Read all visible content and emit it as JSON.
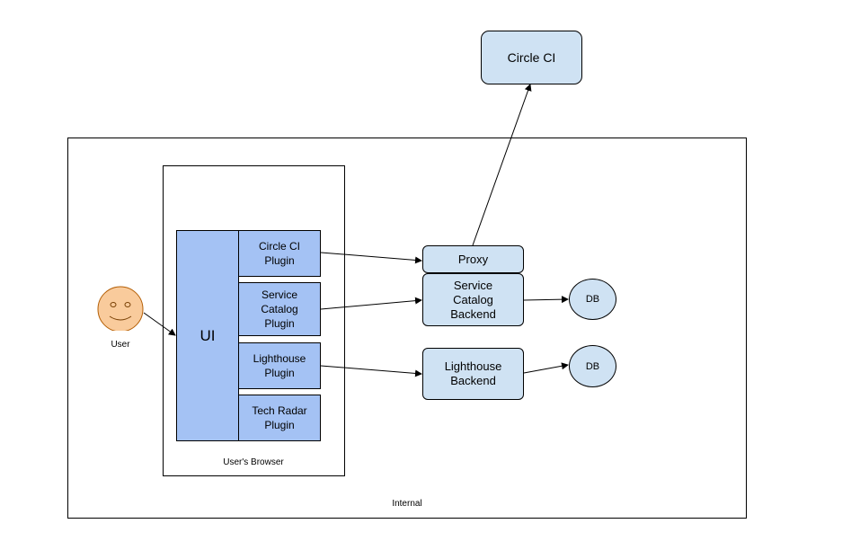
{
  "diagram": {
    "external": {
      "circle_ci": "Circle CI"
    },
    "internal": {
      "label": "Internal",
      "browser": {
        "label": "User's Browser",
        "ui": "UI",
        "plugins": [
          "Circle CI\nPlugin",
          "Service\nCatalog\nPlugin",
          "Lighthouse\nPlugin",
          "Tech Radar\nPlugin"
        ]
      },
      "proxy": "Proxy",
      "service_catalog_backend": "Service\nCatalog\nBackend",
      "lighthouse_backend": "Lighthouse\nBackend",
      "db_1": "DB",
      "db_2": "DB"
    },
    "user": {
      "label": "User"
    }
  },
  "colors": {
    "plugin_fill": "#a4c2f4",
    "service_fill": "#cfe2f3",
    "user_face": "#f9cb9c",
    "user_outline": "#b45f06"
  },
  "edges": [
    [
      "User",
      "UI"
    ],
    [
      "Circle CI Plugin",
      "Proxy"
    ],
    [
      "Service Catalog Plugin",
      "Service Catalog Backend"
    ],
    [
      "Lighthouse Plugin",
      "Lighthouse Backend"
    ],
    [
      "Proxy",
      "Circle CI"
    ],
    [
      "Service Catalog Backend",
      "DB"
    ],
    [
      "Lighthouse Backend",
      "DB"
    ]
  ]
}
